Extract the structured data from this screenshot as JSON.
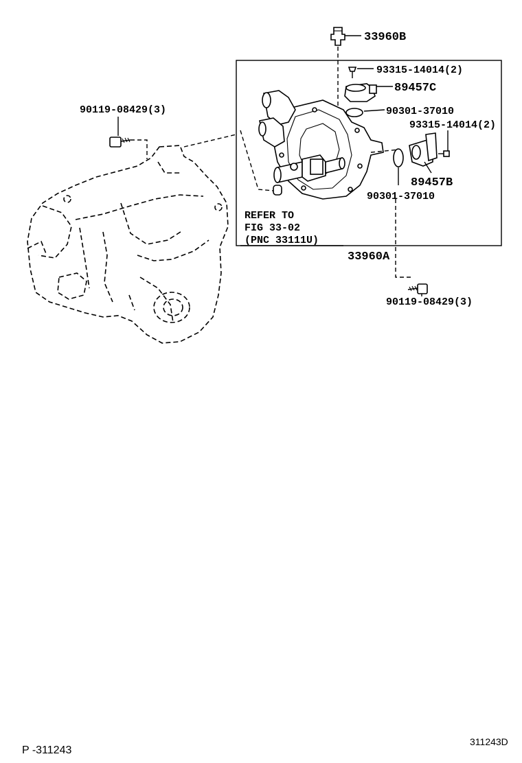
{
  "labels": {
    "p33960b": "33960B",
    "p93315_top": "93315-14014(2)",
    "p89457c": "89457C",
    "p90119_left": "90119-08429(3)",
    "p90301_top": "90301-37010",
    "p93315_right": "93315-14014(2)",
    "p89457b": "89457B",
    "p90301_bottom": "90301-37010",
    "refer_line1": "REFER TO",
    "refer_line2": "FIG 33-02",
    "refer_line3": "(PNC 33111U)",
    "p33960a": "33960A",
    "p90119_bottom": "90119-08429(3)"
  },
  "footer": {
    "page_ref": "P -311243",
    "figure_id": "311243D"
  }
}
